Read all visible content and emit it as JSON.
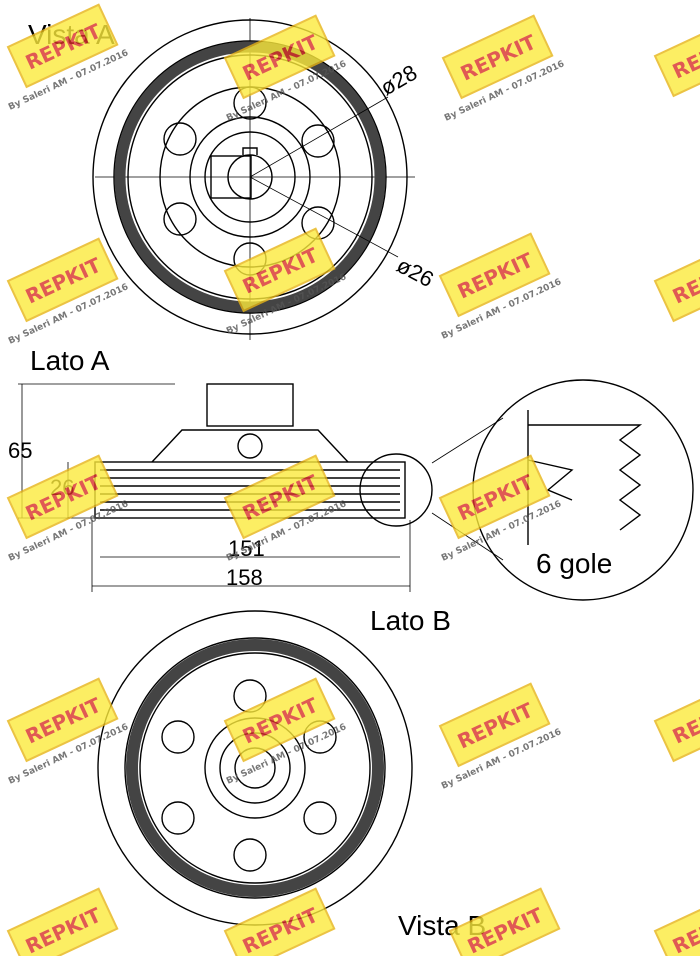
{
  "labels": {
    "vista_a": "Vista A",
    "lato_a": "Lato A",
    "lato_b": "Lato B",
    "vista_b": "Vista B",
    "dia_28": "ø28",
    "dia_26": "ø26",
    "h_65": "65",
    "h_26": "26",
    "w_151": "151",
    "w_158": "158",
    "grooves": "6 gole"
  },
  "watermark": {
    "brand": "REPKIT",
    "caption": "By Saleri AM - 07.07.2016",
    "fill": "#fcea3c",
    "text_color": "#d9302a",
    "border": "#e7b416"
  }
}
